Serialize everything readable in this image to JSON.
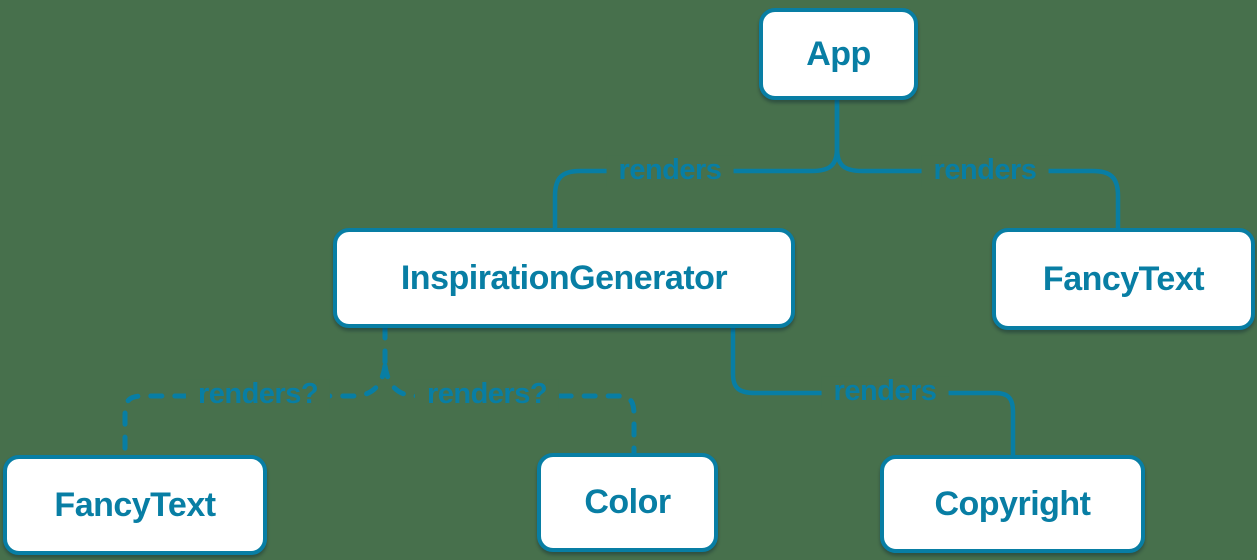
{
  "diagram": {
    "title": "react-component-render-tree",
    "colors": {
      "background": "#47704c",
      "accent": "#087ea4",
      "node_fill": "#ffffff"
    },
    "nodes": [
      {
        "id": "app",
        "label": "App"
      },
      {
        "id": "inspiration-generator",
        "label": "InspirationGenerator"
      },
      {
        "id": "fancy-text-top",
        "label": "FancyText"
      },
      {
        "id": "fancy-text-bottom",
        "label": "FancyText"
      },
      {
        "id": "color",
        "label": "Color"
      },
      {
        "id": "copyright",
        "label": "Copyright"
      }
    ],
    "edges": [
      {
        "from": "App",
        "to": "InspirationGenerator",
        "label": "renders",
        "style": "solid"
      },
      {
        "from": "App",
        "to": "FancyText",
        "label": "renders",
        "style": "solid"
      },
      {
        "from": "InspirationGenerator",
        "to": "FancyText",
        "label": "renders?",
        "style": "dashed"
      },
      {
        "from": "InspirationGenerator",
        "to": "Color",
        "label": "renders?",
        "style": "dashed"
      },
      {
        "from": "InspirationGenerator",
        "to": "Copyright",
        "label": "renders",
        "style": "solid"
      }
    ]
  }
}
